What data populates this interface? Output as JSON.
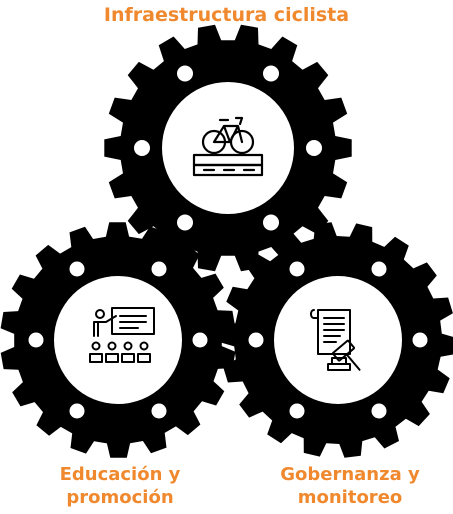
{
  "labels": {
    "top": "Infraestructura ciclista",
    "left_line1": "Educación y",
    "left_line2": "promoción",
    "right_line1": "Gobernanza y",
    "right_line2": "monitoreo"
  },
  "colors": {
    "gear": "#000000",
    "background": "#ffffff",
    "label": "#f0892e"
  },
  "icons": {
    "top": "bicycle-on-lane-icon",
    "left": "teacher-presentation-icon",
    "right": "document-gavel-icon"
  }
}
